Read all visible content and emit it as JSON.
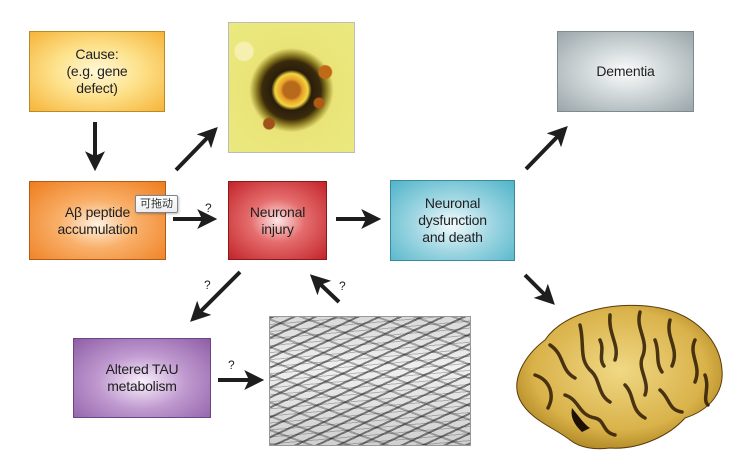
{
  "diagram": {
    "nodes": {
      "cause": {
        "label": "Cause:\n(e.g. gene\ndefect)",
        "color": "#f6b43a"
      },
      "abeta": {
        "label": "Aβ peptide\naccumulation",
        "color": "#ee7d1e"
      },
      "injury": {
        "label": "Neuronal\ninjury",
        "color": "#c2242a"
      },
      "dysfunction": {
        "label": "Neuronal\ndysfunction\nand death",
        "color": "#4fb4c9"
      },
      "dementia": {
        "label": "Dementia",
        "color": "#9aa6aa"
      },
      "tau": {
        "label": "Altered TAU\nmetabolism",
        "color": "#8e5ea6"
      }
    },
    "images": {
      "plaque": "amyloid-plaque-micrograph",
      "tangles": "neurofibrillary-tangles-micrograph",
      "brain": "atrophied-brain-photo"
    },
    "edges": [
      {
        "from": "cause",
        "to": "abeta",
        "label": ""
      },
      {
        "from": "abeta",
        "to": "injury",
        "label": "?"
      },
      {
        "from": "abeta",
        "to": "plaque-image",
        "label": ""
      },
      {
        "from": "injury",
        "to": "dysfunction",
        "label": ""
      },
      {
        "from": "dysfunction",
        "to": "dementia",
        "label": ""
      },
      {
        "from": "dysfunction",
        "to": "brain-image",
        "label": ""
      },
      {
        "from": "injury",
        "to": "tau",
        "label": "?"
      },
      {
        "from": "tau",
        "to": "tangles-image",
        "label": "?"
      },
      {
        "from": "tangles-image",
        "to": "injury",
        "label": "?"
      }
    ],
    "question_mark": "?",
    "arrow_color": "#1e1e1e"
  },
  "tooltip": {
    "text": "可拖动"
  }
}
